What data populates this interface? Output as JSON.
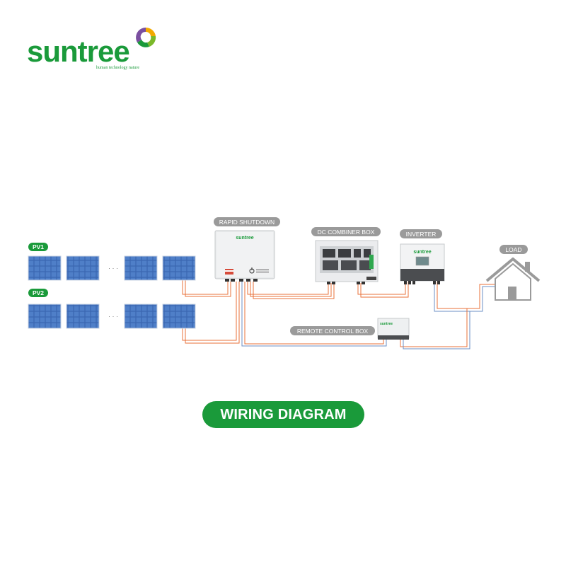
{
  "brand": {
    "name": "suntree",
    "tagline": "human technology nature",
    "color": "#1a9a3a"
  },
  "labels": {
    "pv1": "PV1",
    "pv2": "PV2",
    "ellipsis": "· · ·",
    "rapid_shutdown": "RAPID SHUTDOWN",
    "dc_combiner": "DC COMBINER BOX",
    "inverter": "INVERTER",
    "load": "LOAD",
    "remote_control": "REMOTE CONTROL BOX"
  },
  "devices": {
    "rapid_shutdown_brand": "suntree",
    "inverter_brand": "suntree",
    "remote_brand": "suntree"
  },
  "title": "WIRING DIAGRAM",
  "colors": {
    "pill_bg": "#9a9a9a",
    "pv_label_bg": "#1a9a3a",
    "wire_orange": "#e8703a",
    "wire_blue": "#6b8fc4",
    "panel_blue": "#3a66b0"
  }
}
